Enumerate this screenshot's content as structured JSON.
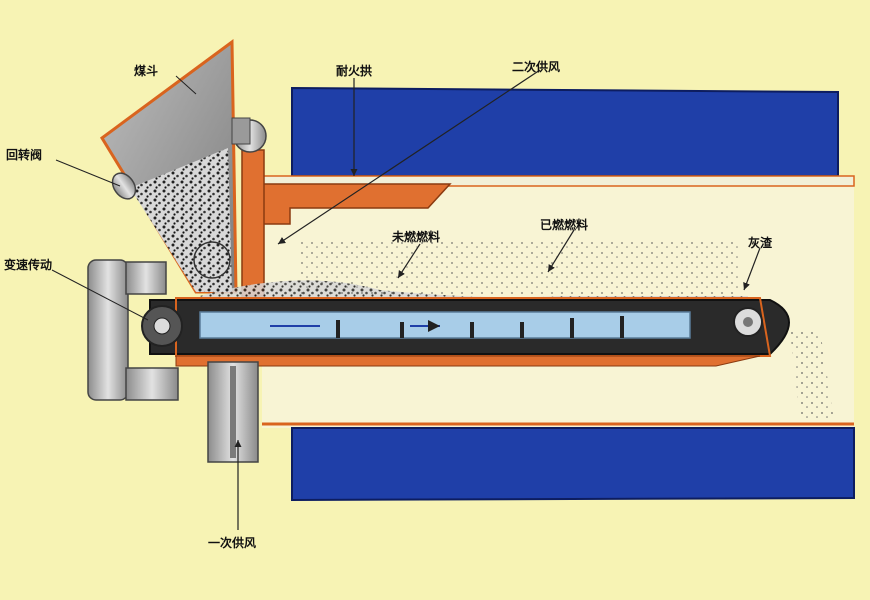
{
  "labels": {
    "hopper": "煤斗",
    "refractory": "耐火拱",
    "secondary_air": "二次供风",
    "rotary_valve": "回转阀",
    "unburned_fuel": "未燃燃料",
    "burned_fuel": "已燃燃料",
    "variable_drive": "变速传动",
    "ash": "灰渣",
    "primary_air": "一次供风"
  },
  "colors": {
    "background": "#f7f3b4",
    "wall": "#1f3fa8",
    "metal_border": "#d9641e",
    "furnace_interior": "#f8f4d4",
    "chain": "#2a2a2a",
    "air_duct": "#a8cde8",
    "machinery": "#b9b9b9"
  }
}
